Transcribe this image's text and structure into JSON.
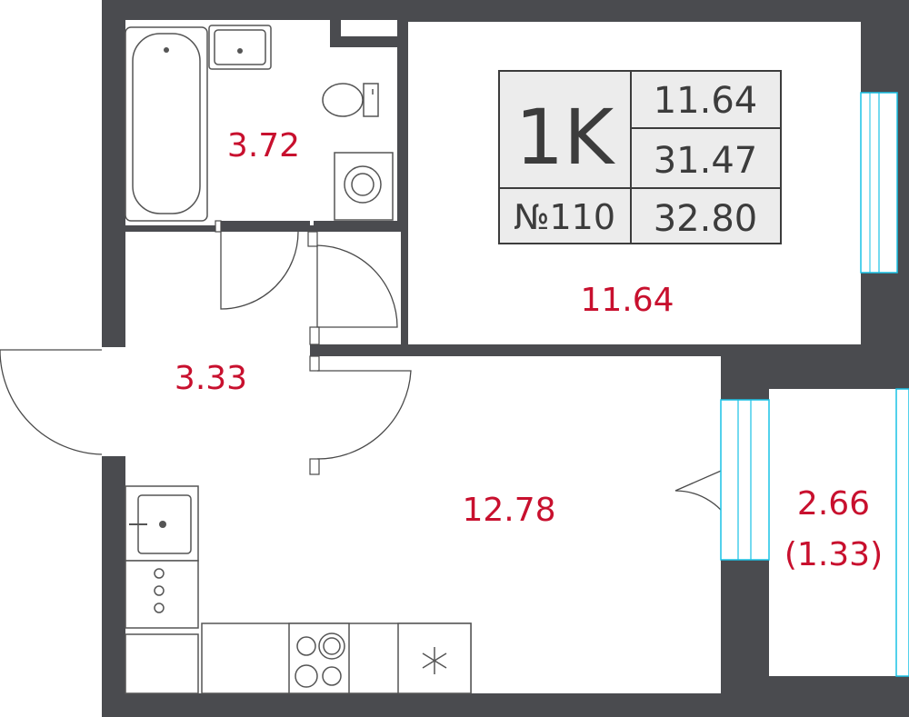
{
  "info_box": {
    "apartment_type": "1K",
    "apartment_number": "№110",
    "living_area": "11.64",
    "living_total": "31.47",
    "total_area": "32.80"
  },
  "rooms": {
    "bathroom": "3.72",
    "hallway": "3.33",
    "bedroom": "11.64",
    "kitchen_living": "12.78",
    "balcony": "2.66",
    "balcony_reduced": "(1.33)"
  },
  "colors": {
    "wall": "#4a4b4f",
    "area_label": "#c8102e",
    "window": "#19c2e6",
    "text": "#3c3c3c"
  },
  "icons": {
    "fridge": "snowflake-icon",
    "stove": "cooktop-icon",
    "bath": "bathtub-icon",
    "toilet": "toilet-icon",
    "washer": "washing-machine-icon"
  }
}
